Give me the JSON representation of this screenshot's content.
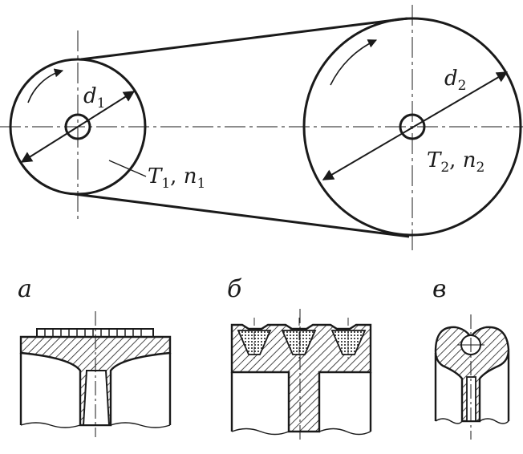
{
  "belt_drive": {
    "pulley_1": {
      "diameter_symbol": "d",
      "diameter_index": "1",
      "torque_symbol": "T",
      "torque_index": "1",
      "speed_symbol": "n",
      "speed_index": "1",
      "separator": ", "
    },
    "pulley_2": {
      "diameter_symbol": "d",
      "diameter_index": "2",
      "torque_symbol": "T",
      "torque_index": "2",
      "speed_symbol": "n",
      "speed_index": "2",
      "separator": ", "
    },
    "rotation": "clockwise"
  },
  "sections": [
    {
      "label": "а",
      "type": "flat-belt-pulley"
    },
    {
      "label": "б",
      "type": "v-belt-pulley",
      "grooves": 3
    },
    {
      "label": "в",
      "type": "round-belt-pulley"
    }
  ]
}
